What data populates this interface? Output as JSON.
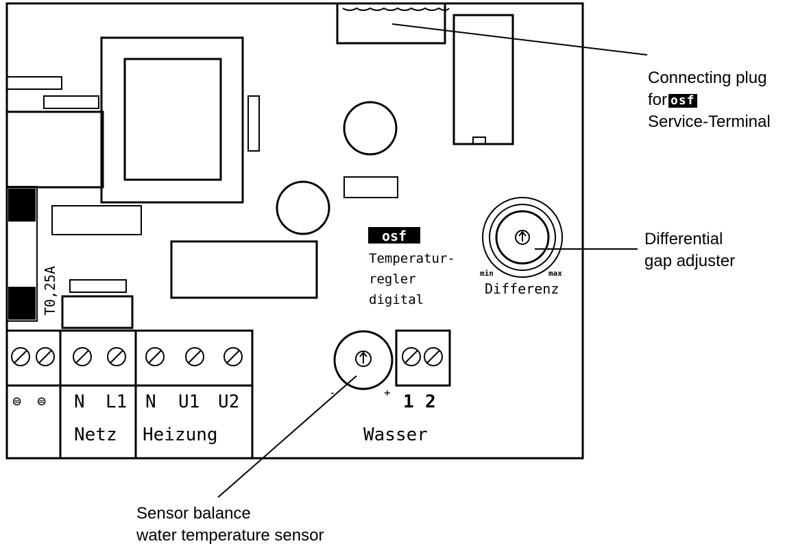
{
  "callouts": {
    "connecting_plug": {
      "line1": "Connecting plug",
      "line2_prefix": "for",
      "logo": "osf",
      "line3": "Service-Terminal"
    },
    "differential": {
      "line1": "Differential",
      "line2": "gap adjuster"
    },
    "sensor": {
      "line1": "Sensor balance",
      "line2": "water temperature sensor"
    }
  },
  "board": {
    "fuse_label": "T0,25A",
    "logo": "osf",
    "product_text": [
      "Temperatur-",
      "regler",
      "digital"
    ],
    "dial": {
      "min": "min",
      "max": "max",
      "label": "Differenz"
    },
    "pot_minus": "-",
    "pot_plus": "+",
    "terminal_labels": [
      "N",
      "L1",
      "N",
      "U1",
      "U2",
      "1",
      "2"
    ],
    "ground_symbols": [
      "⊜",
      "⊜"
    ],
    "groups": {
      "netz": "Netz",
      "heizung": "Heizung",
      "wasser": "Wasser"
    }
  }
}
